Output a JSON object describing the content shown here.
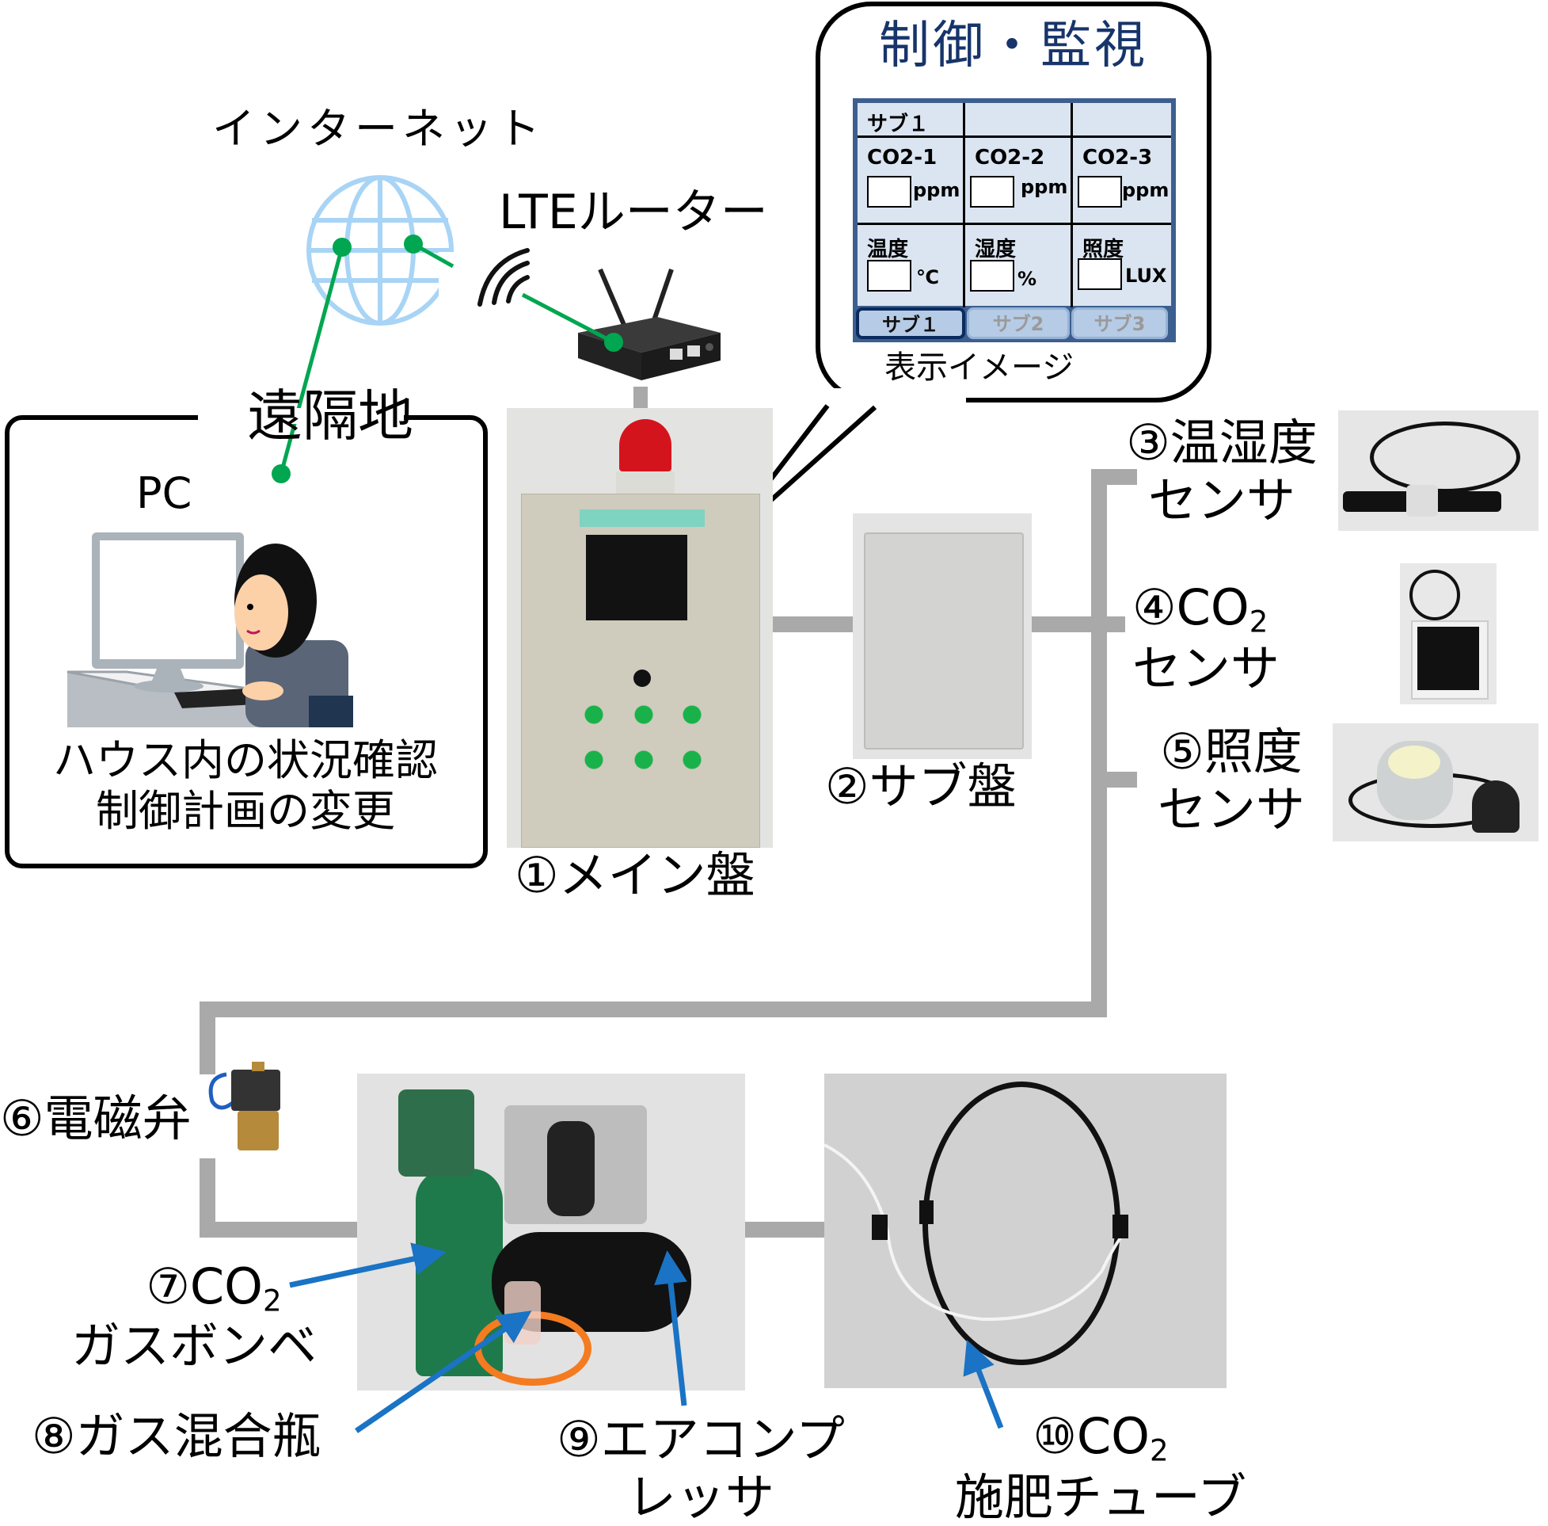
{
  "internet": {
    "label": "インターネット",
    "icon": "globe-icon"
  },
  "router": {
    "label": "LTEルーター",
    "icon": "wifi-signal-icon"
  },
  "remote": {
    "title": "遠隔地",
    "device_label": "PC",
    "lines": [
      "ハウス内の状況確認",
      "制御計画の変更"
    ]
  },
  "bubble": {
    "title": "制御・監視",
    "caption": "表示イメージ",
    "display": {
      "header": [
        "サブ１",
        "",
        ""
      ],
      "co2": [
        {
          "label": "CO2-1",
          "unit": "ppm",
          "value": ""
        },
        {
          "label": "CO2-2",
          "unit": "ppm",
          "value": ""
        },
        {
          "label": "CO2-3",
          "unit": "ppm",
          "value": ""
        }
      ],
      "env": [
        {
          "label": "温度",
          "unit": "℃",
          "value": ""
        },
        {
          "label": "湿度",
          "unit": "%",
          "value": ""
        },
        {
          "label": "照度",
          "unit": "LUX",
          "value": ""
        }
      ],
      "tabs": [
        {
          "label": "サブ１",
          "active": true
        },
        {
          "label": "サブ2",
          "active": false
        },
        {
          "label": "サブ3",
          "active": false
        }
      ]
    }
  },
  "components": {
    "main_panel": "①メイン盤",
    "sub_panel": "②サブ盤",
    "temp_humidity_sensor": [
      "③温湿度",
      "センサ"
    ],
    "co2_sensor": {
      "num": "④CO",
      "sub": "2",
      "line2": "センサ"
    },
    "light_sensor": [
      "⑤照度",
      "センサ"
    ],
    "solenoid_valve": "⑥電磁弁",
    "co2_cylinder": {
      "num": "⑦CO",
      "sub": "2",
      "line2": "ガスボンベ"
    },
    "gas_mixing_bottle": "⑧ガス混合瓶",
    "air_compressor": [
      "⑨エアコンプ",
      "レッサ"
    ],
    "co2_tube": {
      "num": "⑩CO",
      "sub": "2",
      "line2": "施肥チューブ"
    }
  },
  "colors": {
    "connection_line": "#a9a9a9",
    "network_link": "#00a650",
    "callout_arrow": "#1a73c4",
    "title_navy": "#17356b",
    "display_bg": "#dbe5f1",
    "display_frame": "#3d5f8f"
  }
}
